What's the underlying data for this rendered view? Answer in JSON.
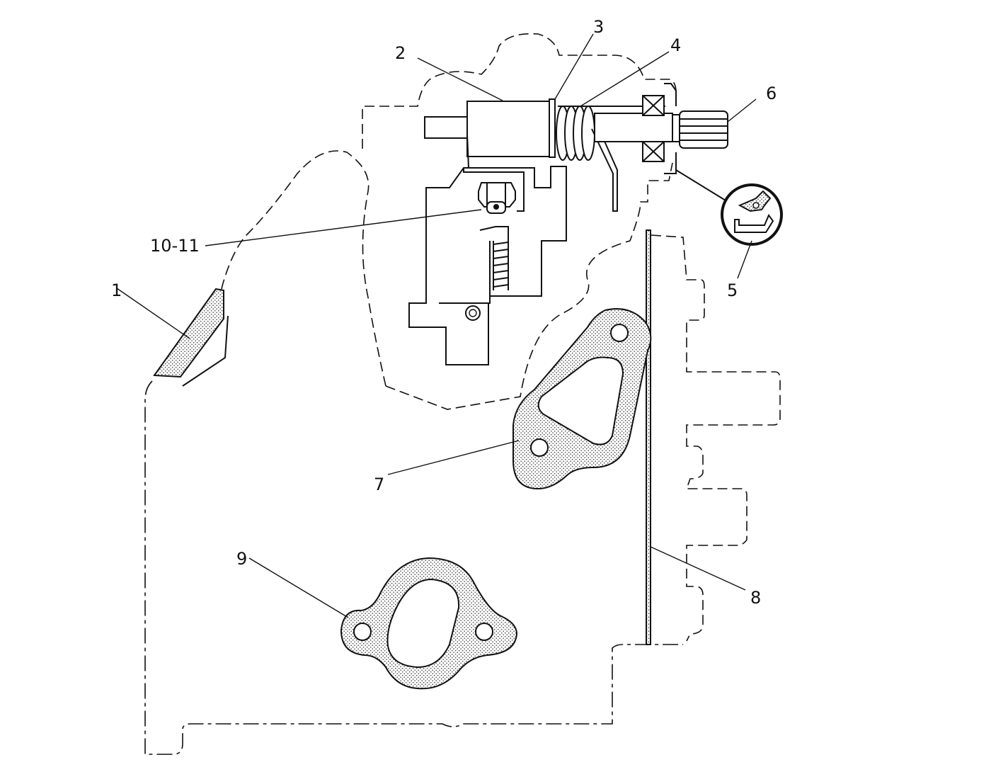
{
  "callouts": {
    "c1": "1",
    "c2": "2",
    "c3": "3",
    "c4": "4",
    "c5": "5",
    "c6": "6",
    "c7": "7",
    "c8": "8",
    "c9": "9",
    "c10_11": "10-11"
  }
}
